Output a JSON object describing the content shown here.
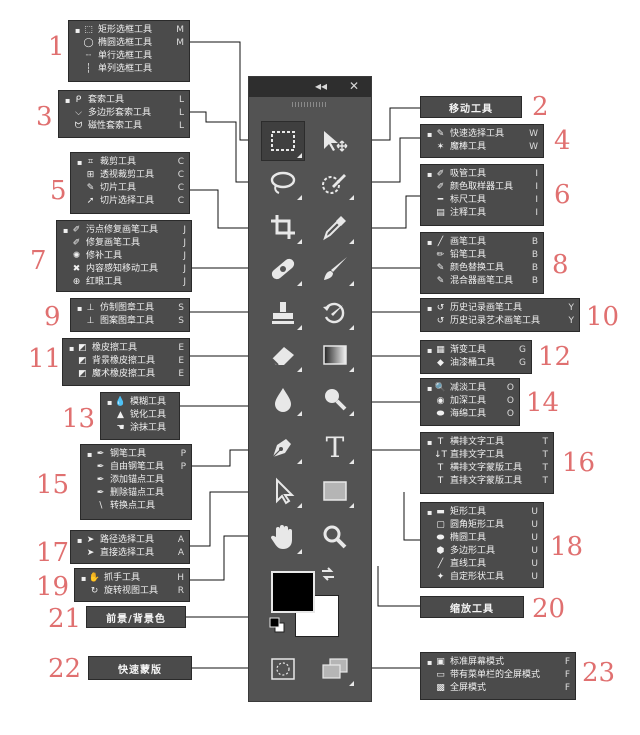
{
  "toolbar": {
    "collapse_glyph": "◂◂",
    "close_glyph": "✕",
    "text_tool_glyph": "T"
  },
  "groups": [
    {
      "num": "1",
      "items": [
        {
          "label": "矩形选框工具",
          "key": "M",
          "icon": "rect-marquee-icon"
        },
        {
          "label": "椭圆选框工具",
          "key": "M",
          "icon": "ellipse-marquee-icon"
        },
        {
          "label": "单行选框工具",
          "key": "",
          "icon": "single-row-marquee-icon"
        },
        {
          "label": "单列选框工具",
          "key": "",
          "icon": "single-column-marquee-icon"
        }
      ]
    },
    {
      "num": "2",
      "label": "移动工具"
    },
    {
      "num": "3",
      "items": [
        {
          "label": "套索工具",
          "key": "L",
          "icon": "lasso-icon"
        },
        {
          "label": "多边形套索工具",
          "key": "L",
          "icon": "polygon-lasso-icon"
        },
        {
          "label": "磁性套索工具",
          "key": "L",
          "icon": "magnetic-lasso-icon"
        }
      ]
    },
    {
      "num": "4",
      "items": [
        {
          "label": "快速选择工具",
          "key": "W",
          "icon": "quick-select-icon"
        },
        {
          "label": "魔棒工具",
          "key": "W",
          "icon": "magic-wand-icon"
        }
      ]
    },
    {
      "num": "5",
      "items": [
        {
          "label": "裁剪工具",
          "key": "C",
          "icon": "crop-icon"
        },
        {
          "label": "透视裁剪工具",
          "key": "C",
          "icon": "perspective-crop-icon"
        },
        {
          "label": "切片工具",
          "key": "C",
          "icon": "slice-icon"
        },
        {
          "label": "切片选择工具",
          "key": "C",
          "icon": "slice-select-icon"
        }
      ]
    },
    {
      "num": "6",
      "items": [
        {
          "label": "吸管工具",
          "key": "I",
          "icon": "eyedropper-icon"
        },
        {
          "label": "颜色取样器工具",
          "key": "I",
          "icon": "color-sampler-icon"
        },
        {
          "label": "标尺工具",
          "key": "I",
          "icon": "ruler-icon"
        },
        {
          "label": "注释工具",
          "key": "I",
          "icon": "note-icon"
        }
      ]
    },
    {
      "num": "7",
      "items": [
        {
          "label": "污点修复画笔工具",
          "key": "J",
          "icon": "spot-healing-icon"
        },
        {
          "label": "修复画笔工具",
          "key": "J",
          "icon": "healing-brush-icon"
        },
        {
          "label": "修补工具",
          "key": "J",
          "icon": "patch-icon"
        },
        {
          "label": "内容感知移动工具",
          "key": "J",
          "icon": "content-aware-move-icon"
        },
        {
          "label": "红眼工具",
          "key": "J",
          "icon": "red-eye-icon"
        }
      ]
    },
    {
      "num": "8",
      "items": [
        {
          "label": "画笔工具",
          "key": "B",
          "icon": "brush-icon"
        },
        {
          "label": "铅笔工具",
          "key": "B",
          "icon": "pencil-icon"
        },
        {
          "label": "颜色替换工具",
          "key": "B",
          "icon": "color-replace-icon"
        },
        {
          "label": "混合器画笔工具",
          "key": "B",
          "icon": "mixer-brush-icon"
        }
      ]
    },
    {
      "num": "9",
      "items": [
        {
          "label": "仿制图章工具",
          "key": "S",
          "icon": "clone-stamp-icon"
        },
        {
          "label": "图案图章工具",
          "key": "S",
          "icon": "pattern-stamp-icon"
        }
      ]
    },
    {
      "num": "10",
      "items": [
        {
          "label": "历史记录画笔工具",
          "key": "Y",
          "icon": "history-brush-icon"
        },
        {
          "label": "历史记录艺术画笔工具",
          "key": "Y",
          "icon": "art-history-brush-icon"
        }
      ]
    },
    {
      "num": "11",
      "items": [
        {
          "label": "橡皮擦工具",
          "key": "E",
          "icon": "eraser-icon"
        },
        {
          "label": "背景橡皮擦工具",
          "key": "E",
          "icon": "background-eraser-icon"
        },
        {
          "label": "魔术橡皮擦工具",
          "key": "E",
          "icon": "magic-eraser-icon"
        }
      ]
    },
    {
      "num": "12",
      "items": [
        {
          "label": "渐变工具",
          "key": "G",
          "icon": "gradient-icon"
        },
        {
          "label": "油漆桶工具",
          "key": "G",
          "icon": "paint-bucket-icon"
        }
      ]
    },
    {
      "num": "13",
      "items": [
        {
          "label": "模糊工具",
          "key": "",
          "icon": "blur-icon"
        },
        {
          "label": "锐化工具",
          "key": "",
          "icon": "sharpen-icon"
        },
        {
          "label": "涂抹工具",
          "key": "",
          "icon": "smudge-icon"
        }
      ]
    },
    {
      "num": "14",
      "items": [
        {
          "label": "减淡工具",
          "key": "O",
          "icon": "dodge-icon"
        },
        {
          "label": "加深工具",
          "key": "O",
          "icon": "burn-icon"
        },
        {
          "label": "海绵工具",
          "key": "O",
          "icon": "sponge-icon"
        }
      ]
    },
    {
      "num": "15",
      "items": [
        {
          "label": "钢笔工具",
          "key": "P",
          "icon": "pen-icon"
        },
        {
          "label": "自由钢笔工具",
          "key": "P",
          "icon": "freeform-pen-icon"
        },
        {
          "label": "添加锚点工具",
          "key": "",
          "icon": "add-anchor-icon"
        },
        {
          "label": "删除锚点工具",
          "key": "",
          "icon": "delete-anchor-icon"
        },
        {
          "label": "转换点工具",
          "key": "",
          "icon": "convert-point-icon"
        }
      ]
    },
    {
      "num": "16",
      "items": [
        {
          "label": "横排文字工具",
          "key": "T",
          "icon": "horizontal-type-icon"
        },
        {
          "label": "直排文字工具",
          "key": "T",
          "icon": "vertical-type-icon"
        },
        {
          "label": "横排文字蒙版工具",
          "key": "T",
          "icon": "horizontal-type-mask-icon"
        },
        {
          "label": "直排文字蒙版工具",
          "key": "T",
          "icon": "vertical-type-mask-icon"
        }
      ]
    },
    {
      "num": "17",
      "items": [
        {
          "label": "路径选择工具",
          "key": "A",
          "icon": "path-select-icon"
        },
        {
          "label": "直接选择工具",
          "key": "A",
          "icon": "direct-select-icon"
        }
      ]
    },
    {
      "num": "18",
      "items": [
        {
          "label": "矩形工具",
          "key": "U",
          "icon": "rectangle-shape-icon"
        },
        {
          "label": "圆角矩形工具",
          "key": "U",
          "icon": "rounded-rect-icon"
        },
        {
          "label": "椭圆工具",
          "key": "U",
          "icon": "ellipse-shape-icon"
        },
        {
          "label": "多边形工具",
          "key": "U",
          "icon": "polygon-shape-icon"
        },
        {
          "label": "直线工具",
          "key": "U",
          "icon": "line-shape-icon"
        },
        {
          "label": "自定形状工具",
          "key": "U",
          "icon": "custom-shape-icon"
        }
      ]
    },
    {
      "num": "19",
      "items": [
        {
          "label": "抓手工具",
          "key": "H",
          "icon": "hand-icon"
        },
        {
          "label": "旋转视图工具",
          "key": "R",
          "icon": "rotate-view-icon"
        }
      ]
    },
    {
      "num": "20",
      "label": "缩放工具"
    },
    {
      "num": "21",
      "label": "前景/背景色"
    },
    {
      "num": "22",
      "label": "快速蒙版"
    },
    {
      "num": "23",
      "items": [
        {
          "label": "标准屏幕模式",
          "key": "F",
          "icon": "standard-screen-icon"
        },
        {
          "label": "带有菜单栏的全屏模式",
          "key": "F",
          "icon": "menu-fullscreen-icon"
        },
        {
          "label": "全屏模式",
          "key": "F",
          "icon": "fullscreen-icon"
        }
      ]
    }
  ]
}
